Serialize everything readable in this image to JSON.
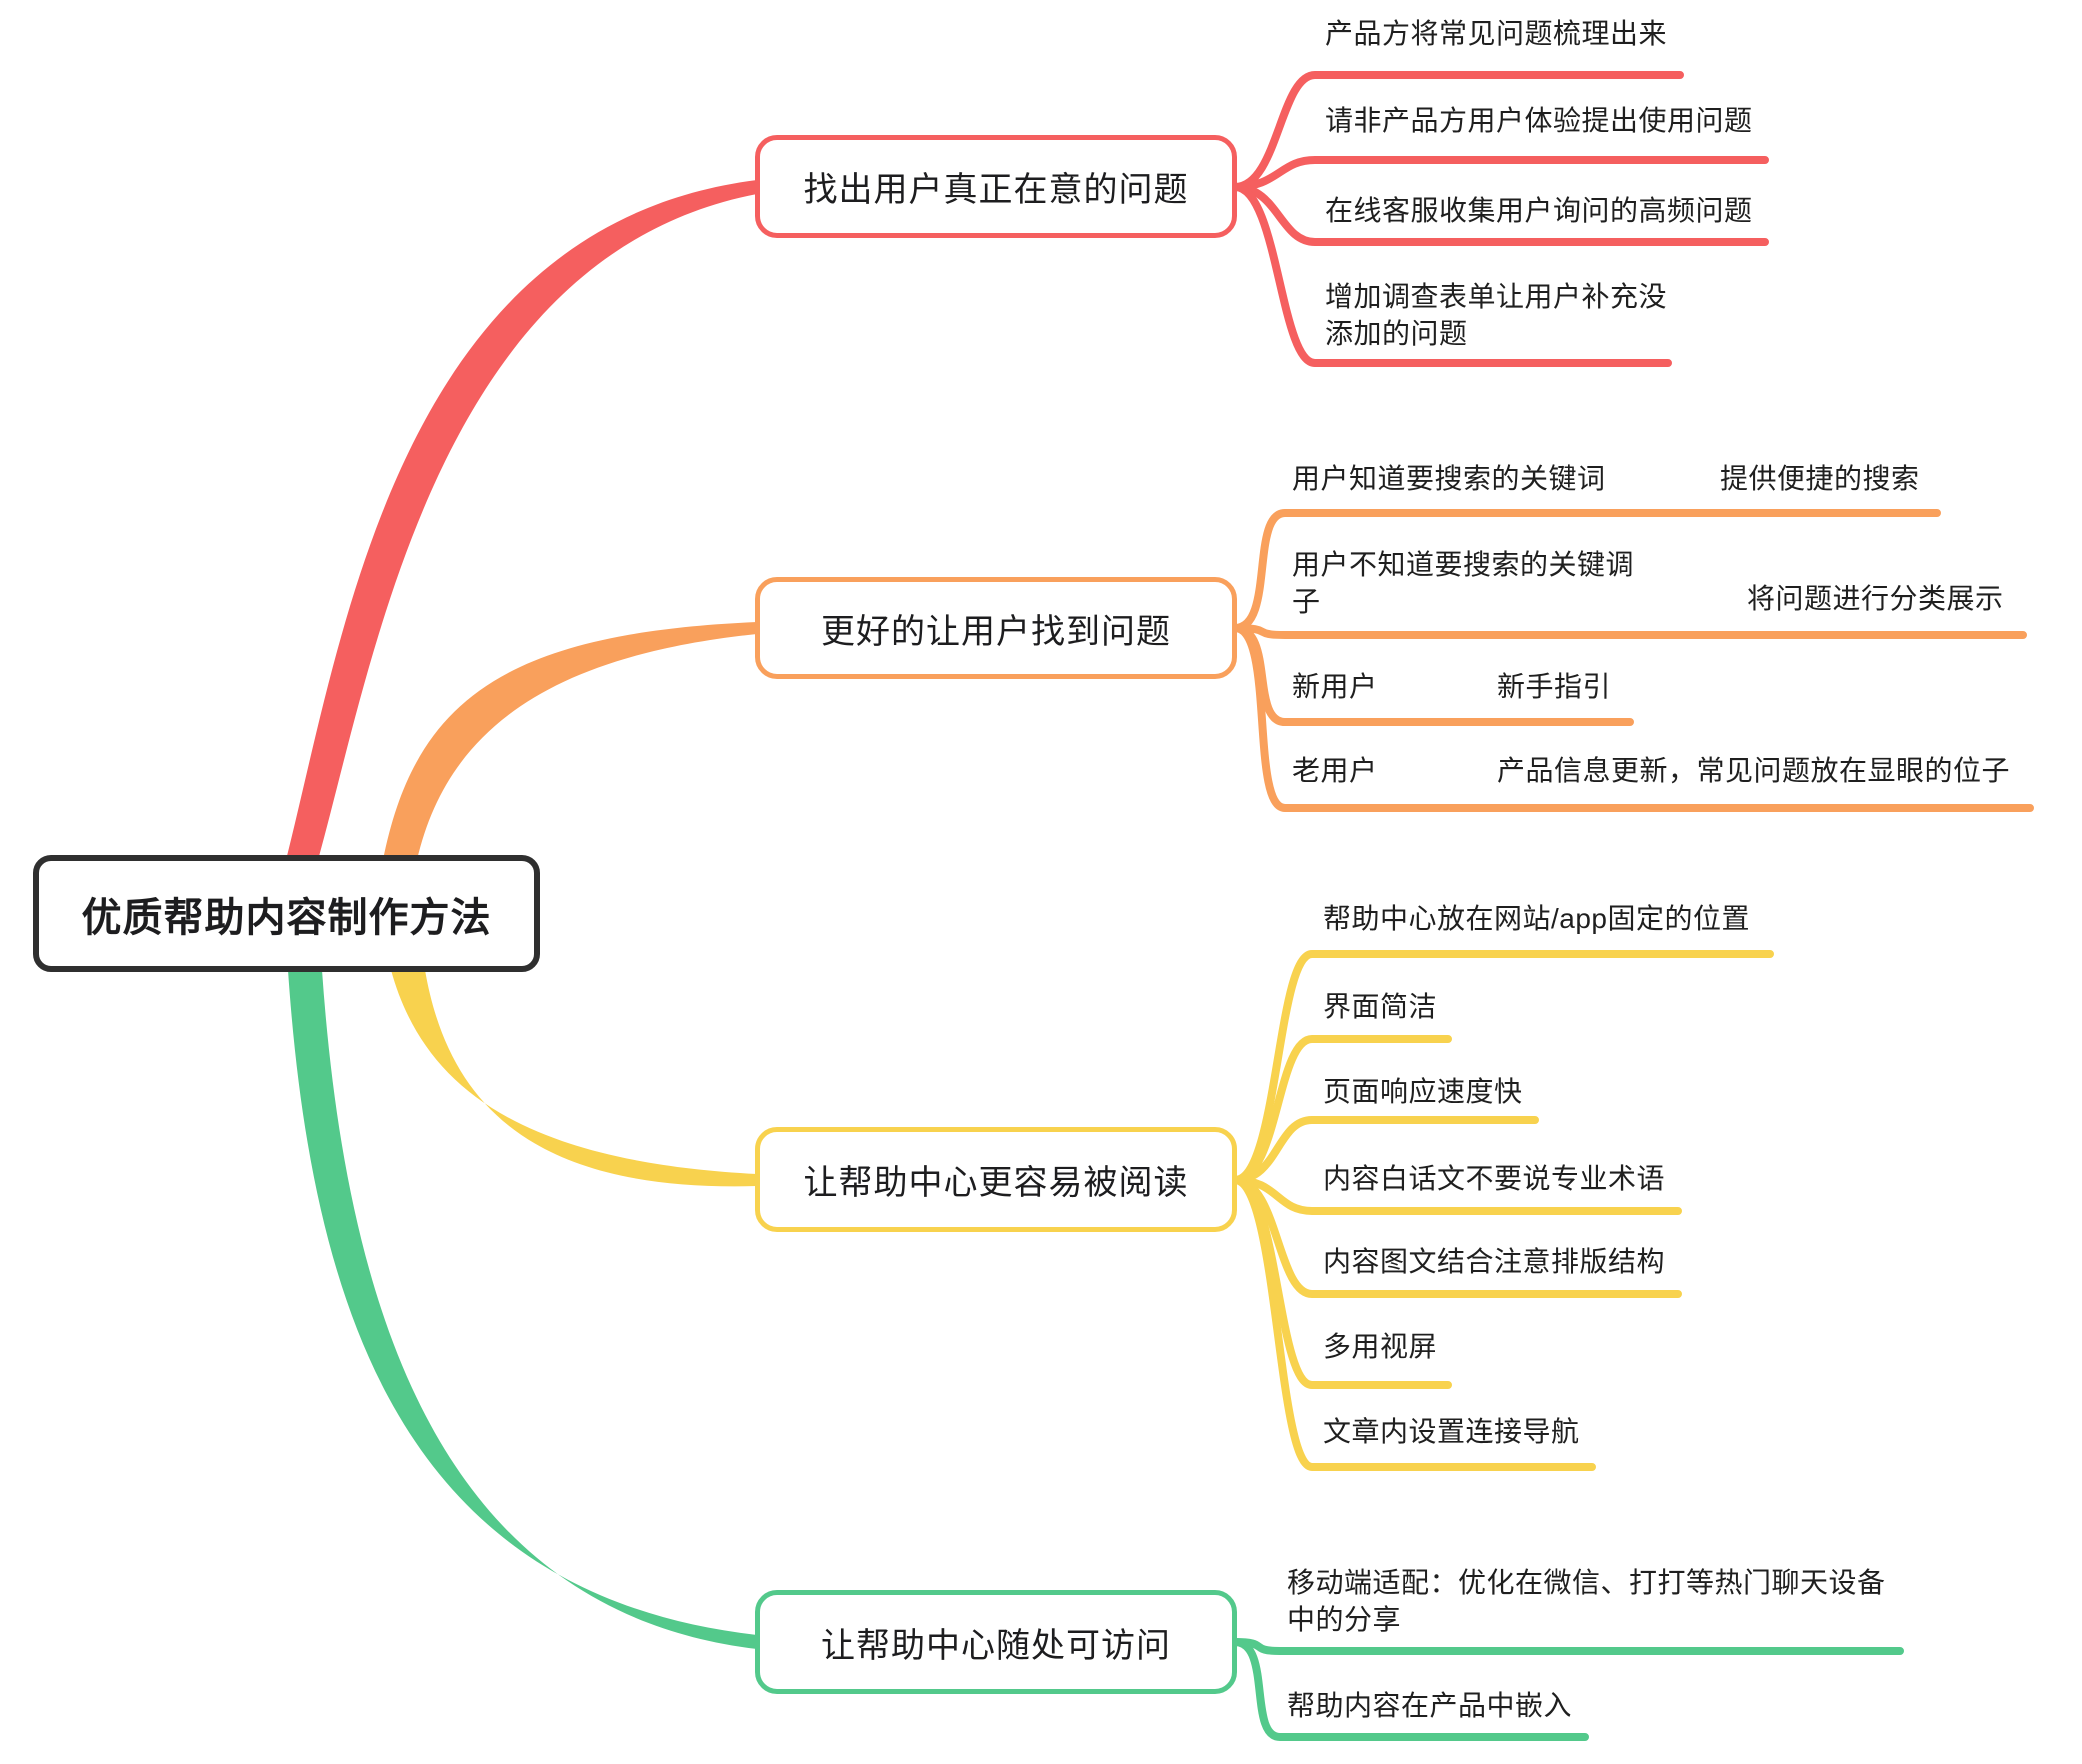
{
  "root": {
    "label": "优质帮助内容制作方法"
  },
  "branches": [
    {
      "label": "找出用户真正在意的问题",
      "color": "#F55F5F",
      "children": [
        {
          "text": "产品方将常见问题梳理出来"
        },
        {
          "text": "请非产品方用户体验提出使用问题"
        },
        {
          "text": "在线客服收集用户询问的高频问题"
        },
        {
          "text": "增加调查表单让用户补充没添加的问题"
        }
      ]
    },
    {
      "label": "更好的让用户找到问题",
      "color": "#F9A05C",
      "children": [
        {
          "text": "用户知道要搜索的关键词",
          "subtext": "提供便捷的搜索"
        },
        {
          "text": "用户不知道要搜索的关键调子",
          "subtext": "将问题进行分类展示"
        },
        {
          "text": "新用户",
          "subtext": "新手指引"
        },
        {
          "text": "老用户",
          "subtext": "产品信息更新，常见问题放在显眼的位子"
        }
      ]
    },
    {
      "label": "让帮助中心更容易被阅读",
      "color": "#F8D24E",
      "children": [
        {
          "text": "帮助中心放在网站/app固定的位置"
        },
        {
          "text": "界面简洁"
        },
        {
          "text": "页面响应速度快"
        },
        {
          "text": "内容白话文不要说专业术语"
        },
        {
          "text": "内容图文结合注意排版结构"
        },
        {
          "text": "多用视屏"
        },
        {
          "text": "文章内设置连接导航"
        }
      ]
    },
    {
      "label": "让帮助中心随处可访问",
      "color": "#53C98B",
      "children": [
        {
          "text": "移动端适配：优化在微信、打打等热门聊天设备中的分享"
        },
        {
          "text": "帮助内容在产品中嵌入"
        }
      ]
    }
  ]
}
